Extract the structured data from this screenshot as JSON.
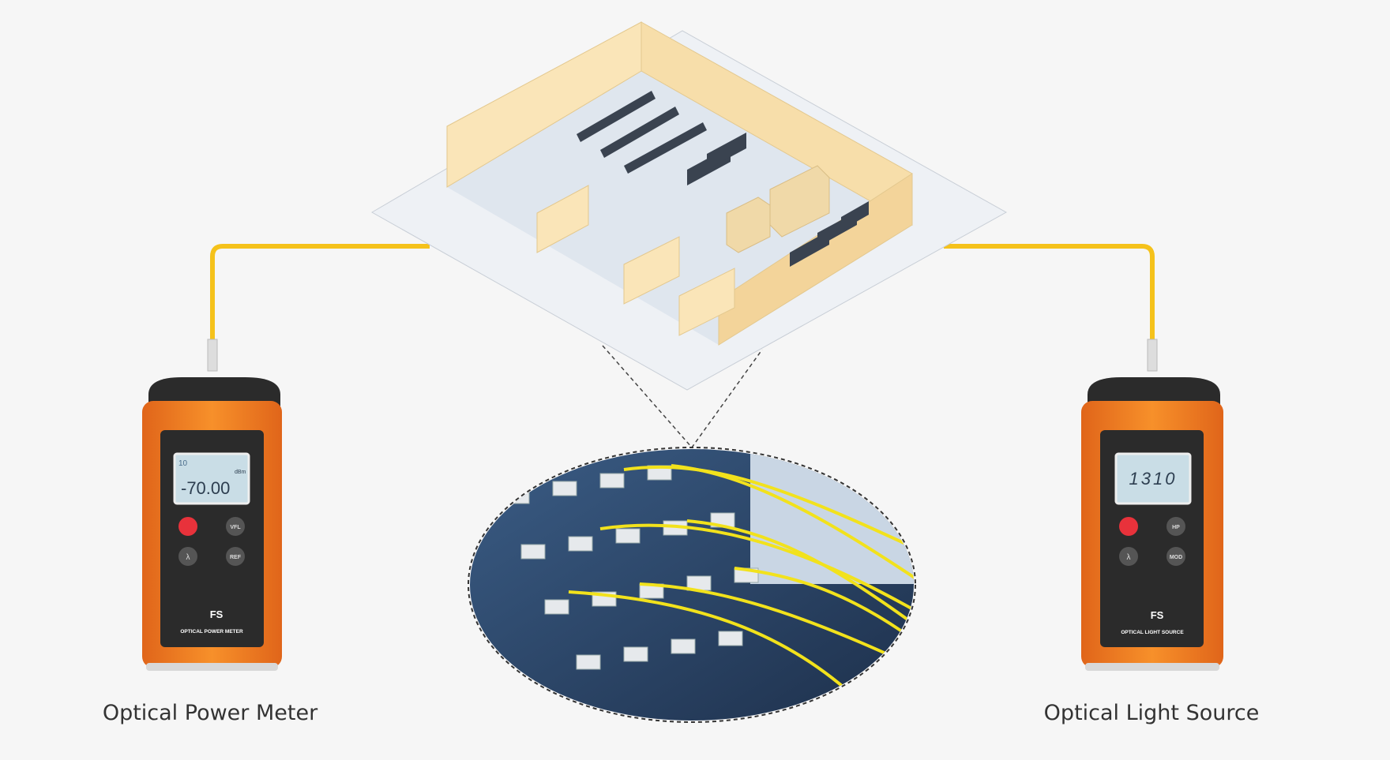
{
  "captions": {
    "left": "Optical Power Meter",
    "right": "Optical Light Source"
  },
  "power_meter": {
    "screen_value": "-70.00",
    "screen_unit": "dBm",
    "screen_top": "10",
    "buttons": [
      "",
      "VFL",
      "λ",
      "REF"
    ],
    "brand": "FS",
    "model_label": "OPTICAL POWER METER"
  },
  "light_source": {
    "screen_value": "1310",
    "buttons": [
      "",
      "HP",
      "λ",
      "MOD"
    ],
    "brand": "FS",
    "model_label": "OPTICAL LIGHT SOURCE"
  },
  "colors": {
    "fiber": "#f5c21b",
    "device_orange": "#f07a1a",
    "device_body": "#2b2b2b",
    "lcd": "#c9dde6",
    "wall": "#fae5b8",
    "floor": "#dfe6ee"
  }
}
